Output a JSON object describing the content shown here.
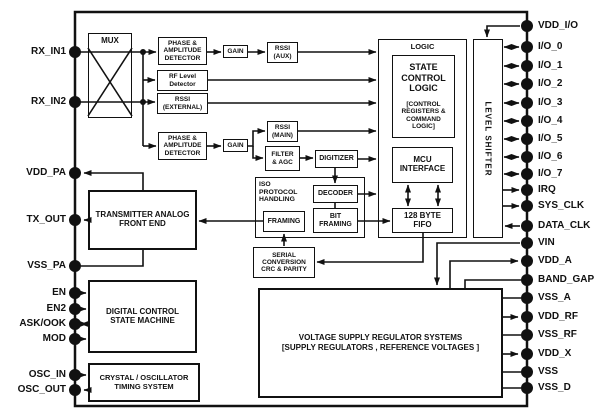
{
  "colors": {
    "ink": "#111111",
    "background": "#ffffff"
  },
  "blocks": {
    "mux": "MUX",
    "phase_amp_detector_1": "PHASE &\nAMPLITUDE\nDETECTOR",
    "gain_1": "GAIN",
    "rssi_aux": "RSSI\n(AUX)",
    "rf_level_detector": "RF Level\nDetector",
    "rssi_external": "RSSI\n(EXTERNAL)",
    "phase_amp_detector_2": "PHASE &\nAMPLITUDE\nDETECTOR",
    "gain_2": "GAIN",
    "rssi_main": "RSSI\n(MAIN)",
    "filter_agc": "FILTER\n& AGC",
    "digitizer": "DIGITIZER",
    "iso_protocol_handling": "ISO\nPROTOCOL\nHANDLING",
    "decoder": "DECODER",
    "bit_framing": "BIT\nFRAMING",
    "framing": "FRAMING",
    "serial_conversion": "SERIAL\nCONVERSION\nCRC & PARITY",
    "logic": "LOGIC",
    "state_control_logic": "STATE\nCONTROL\nLOGIC",
    "state_control_sub": "[CONTROL\nREGISTERS &\nCOMMAND\nLOGIC]",
    "mcu_interface": "MCU\nINTERFACE",
    "fifo": "128 BYTE\nFIFO",
    "level_shifter": "LEVEL SHIFTER",
    "transmitter_afe": "TRANSMITTER ANALOG\nFRONT END",
    "digital_control_state_machine": "DIGITAL CONTROL\nSTATE MACHINE",
    "crystal_oscillator": "CRYSTAL / OSCILLATOR\nTIMING SYSTEM",
    "voltage_regulator": "VOLTAGE SUPPLY REGULATOR SYSTEMS\n[SUPPLY REGULATORS , REFERENCE VOLTAGES ]"
  },
  "pins": {
    "left": [
      "RX_IN1",
      "RX_IN2",
      "VDD_PA",
      "TX_OUT",
      "VSS_PA",
      "EN",
      "EN2",
      "ASK/OOK",
      "MOD",
      "OSC_IN",
      "OSC_OUT"
    ],
    "right": [
      "VDD_I/O",
      "I/O_0",
      "I/O_1",
      "I/O_2",
      "I/O_3",
      "I/O_4",
      "I/O_5",
      "I/O_6",
      "I/O_7",
      "IRQ",
      "SYS_CLK",
      "DATA_CLK",
      "VIN",
      "VDD_A",
      "BAND_GAP",
      "VSS_A",
      "VDD_RF",
      "VSS_RF",
      "VDD_X",
      "VSS",
      "VSS_D"
    ]
  }
}
